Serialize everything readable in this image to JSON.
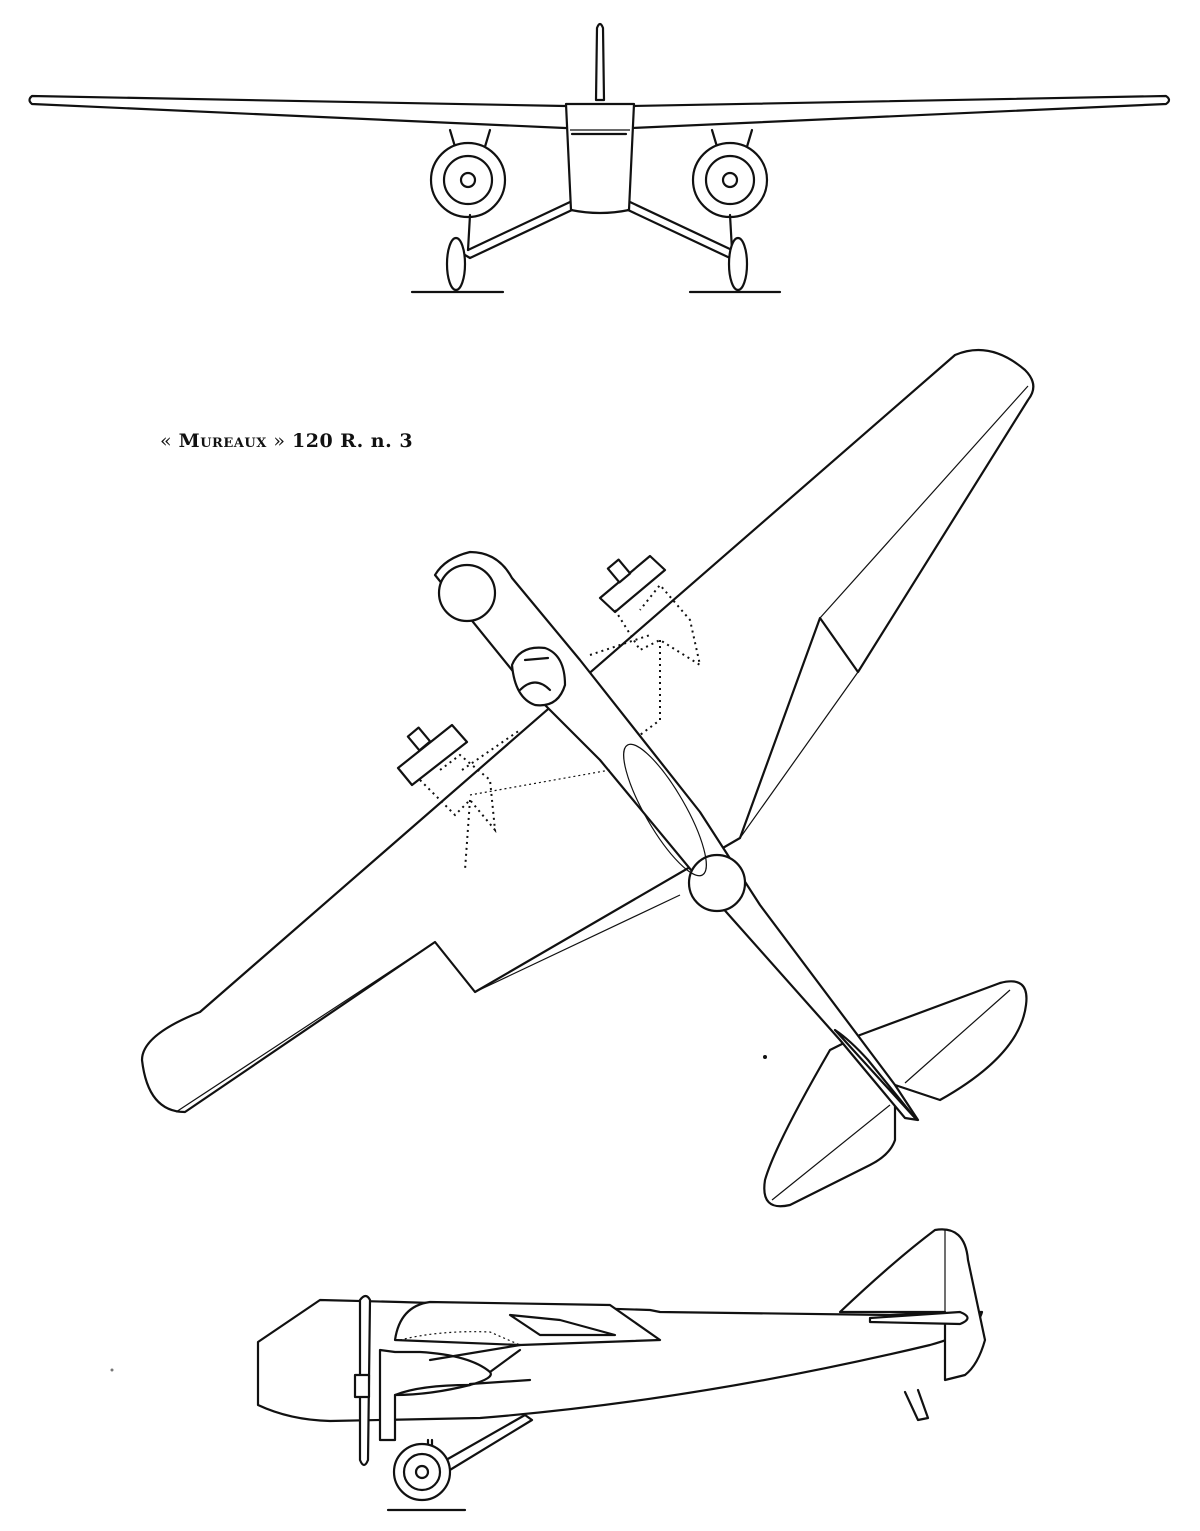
{
  "caption": {
    "open_quote": "«",
    "name_first": "M",
    "name_rest": "ureaux",
    "close_quote": "»",
    "designation": "120 R. n. 3"
  },
  "views": {
    "front": "front-view",
    "plan": "plan-view",
    "side": "side-view"
  },
  "colors": {
    "ink": "#111111",
    "paper": "#ffffff"
  }
}
